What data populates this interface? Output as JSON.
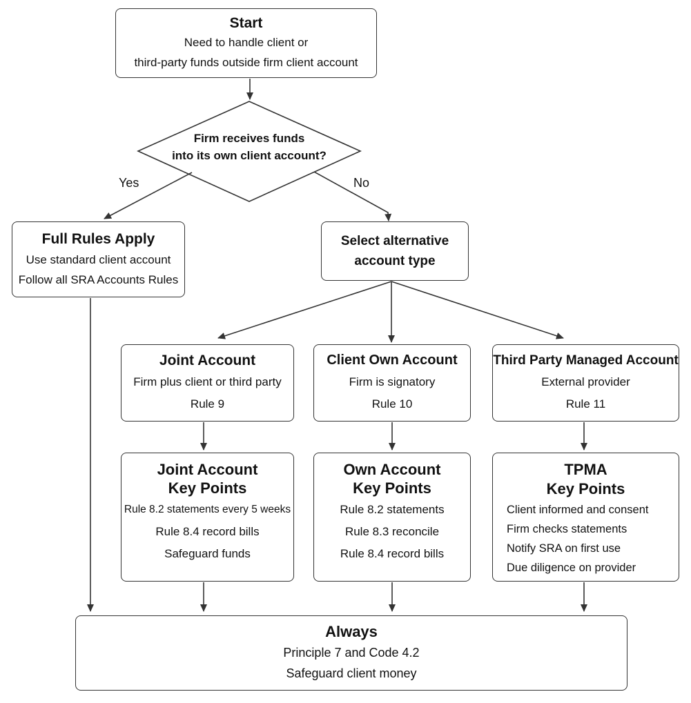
{
  "start": {
    "title": "Start",
    "lines": [
      "Need to handle client or",
      "third-party funds outside firm client account"
    ]
  },
  "decision": {
    "lines": [
      "Firm receives funds",
      "into its own client account?"
    ],
    "yes_label": "Yes",
    "no_label": "No"
  },
  "full_rules": {
    "title": "Full Rules Apply",
    "lines": [
      "Use standard client account",
      "Follow all SRA Accounts Rules"
    ]
  },
  "select_alt": {
    "title_lines": [
      "Select alternative",
      "account type"
    ]
  },
  "joint": {
    "title": "Joint Account",
    "lines": [
      "Firm plus client or third party",
      "Rule 9"
    ]
  },
  "client_own": {
    "title": "Client Own Account",
    "lines": [
      "Firm is signatory",
      "Rule 10"
    ]
  },
  "tpma": {
    "title": "Third Party Managed Account",
    "lines": [
      "External provider",
      "Rule 11"
    ]
  },
  "joint_kp": {
    "title_lines": [
      "Joint Account",
      "Key Points"
    ],
    "lines": [
      "Rule 8.2 statements every 5 weeks",
      "Rule 8.4 record bills",
      "Safeguard funds"
    ]
  },
  "own_kp": {
    "title_lines": [
      "Own Account",
      "Key Points"
    ],
    "lines": [
      "Rule 8.2 statements",
      "Rule 8.3 reconcile",
      "Rule 8.4 record bills"
    ]
  },
  "tpma_kp": {
    "title_lines": [
      "TPMA",
      "Key Points"
    ],
    "lines": [
      "Client informed and consent",
      "Firm checks statements",
      "Notify SRA on first use",
      "Due diligence on provider"
    ]
  },
  "always": {
    "title": "Always",
    "lines": [
      "Principle 7 and Code 4.2",
      "Safeguard client money"
    ]
  }
}
